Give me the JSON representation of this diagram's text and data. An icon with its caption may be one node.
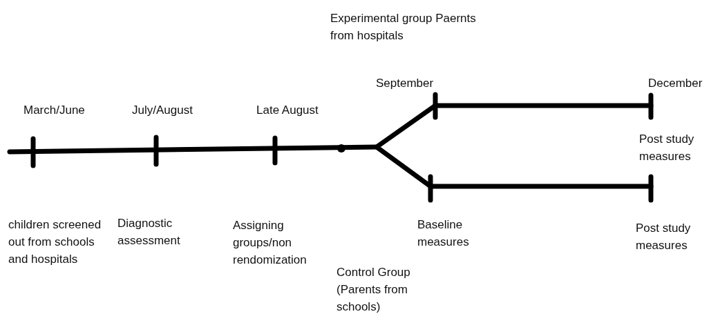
{
  "diagram": {
    "labels": [
      "Experimental group Paernts from hospitals",
      "September",
      "December",
      "March/June",
      "July/August",
      "Late August",
      "Post study measures",
      "children screened out from schools and hospitals",
      "Diagnostic assessment",
      "Assigning groups/non rendomization",
      "Baseline measures",
      "Post study measures",
      "Control Group (Parents from schools)"
    ]
  }
}
